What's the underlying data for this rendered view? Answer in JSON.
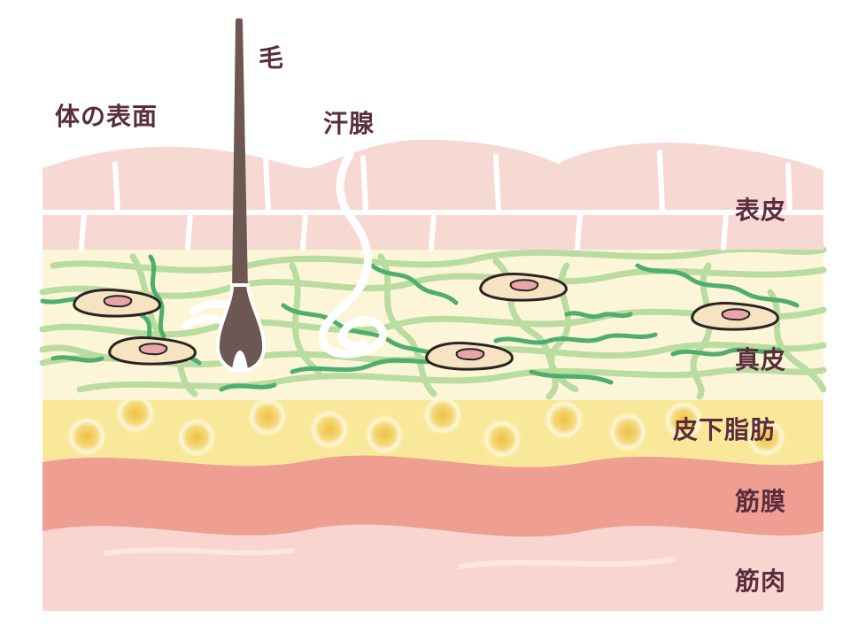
{
  "labels": {
    "body_surface": "体の表面",
    "hair": "毛",
    "sweat_gland": "汗腺",
    "epidermis": "表皮",
    "dermis": "真皮",
    "subcutaneous_fat": "皮下脂肪",
    "fascia": "筋膜",
    "muscle": "筋肉"
  },
  "colors": {
    "label_text": "#5a2d3c",
    "epidermis": "#f6d9d3",
    "epidermis_lines": "#ffffff",
    "dermis": "#fdf5d8",
    "collagen_fibers": "#b9dca0",
    "blood_vessels": "#4fae6e",
    "fibroblast_fill": "#f5e3c2",
    "fibroblast_outline": "#2b2424",
    "fibroblast_nucleus": "#e9a6a8",
    "subcutaneous_fat": "#fae89a",
    "fat_cell": "#f1cc4e",
    "fascia": "#ef9e92",
    "muscle": "#f8d6cf",
    "hair": "#6d5752",
    "sweat_gland": "#ffffff"
  }
}
